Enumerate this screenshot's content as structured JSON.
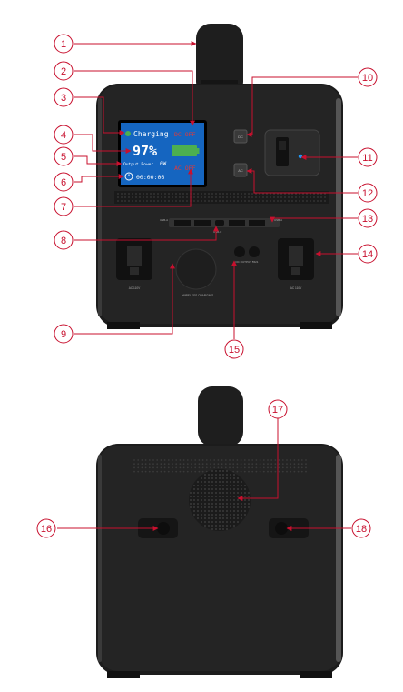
{
  "callouts": [
    "1",
    "2",
    "3",
    "4",
    "5",
    "6",
    "7",
    "8",
    "9",
    "10",
    "11",
    "12",
    "13",
    "14",
    "15",
    "16",
    "17",
    "18"
  ],
  "lcd": {
    "charging": "Charging",
    "dc_status": "DC OFF",
    "battery_percent": "97%",
    "output_label": "Output Power",
    "output_value": "0W",
    "ac_status": "AC OFF",
    "timer": "00:00:06"
  },
  "buttons": {
    "dc": "DC",
    "ac": "AC"
  },
  "port_labels": {
    "usb_left": "USB-A",
    "usb_right": "USB-A",
    "usb_c": "USB-C",
    "dc_outputs": "DC OUTPUT 5521",
    "ac_left": "AC 110V",
    "ac_right": "AC 110V",
    "wireless": "WIRELESS CHARGING"
  },
  "colors": {
    "callout_red": "#c8102e",
    "lcd_background": "#1565c0",
    "battery_green": "#4caf50",
    "status_red": "#e53935",
    "body": "#1c1c1c"
  },
  "icons": [
    "leaf-charging-icon",
    "timer-icon",
    "battery-icon",
    "power-switch-icon"
  ]
}
